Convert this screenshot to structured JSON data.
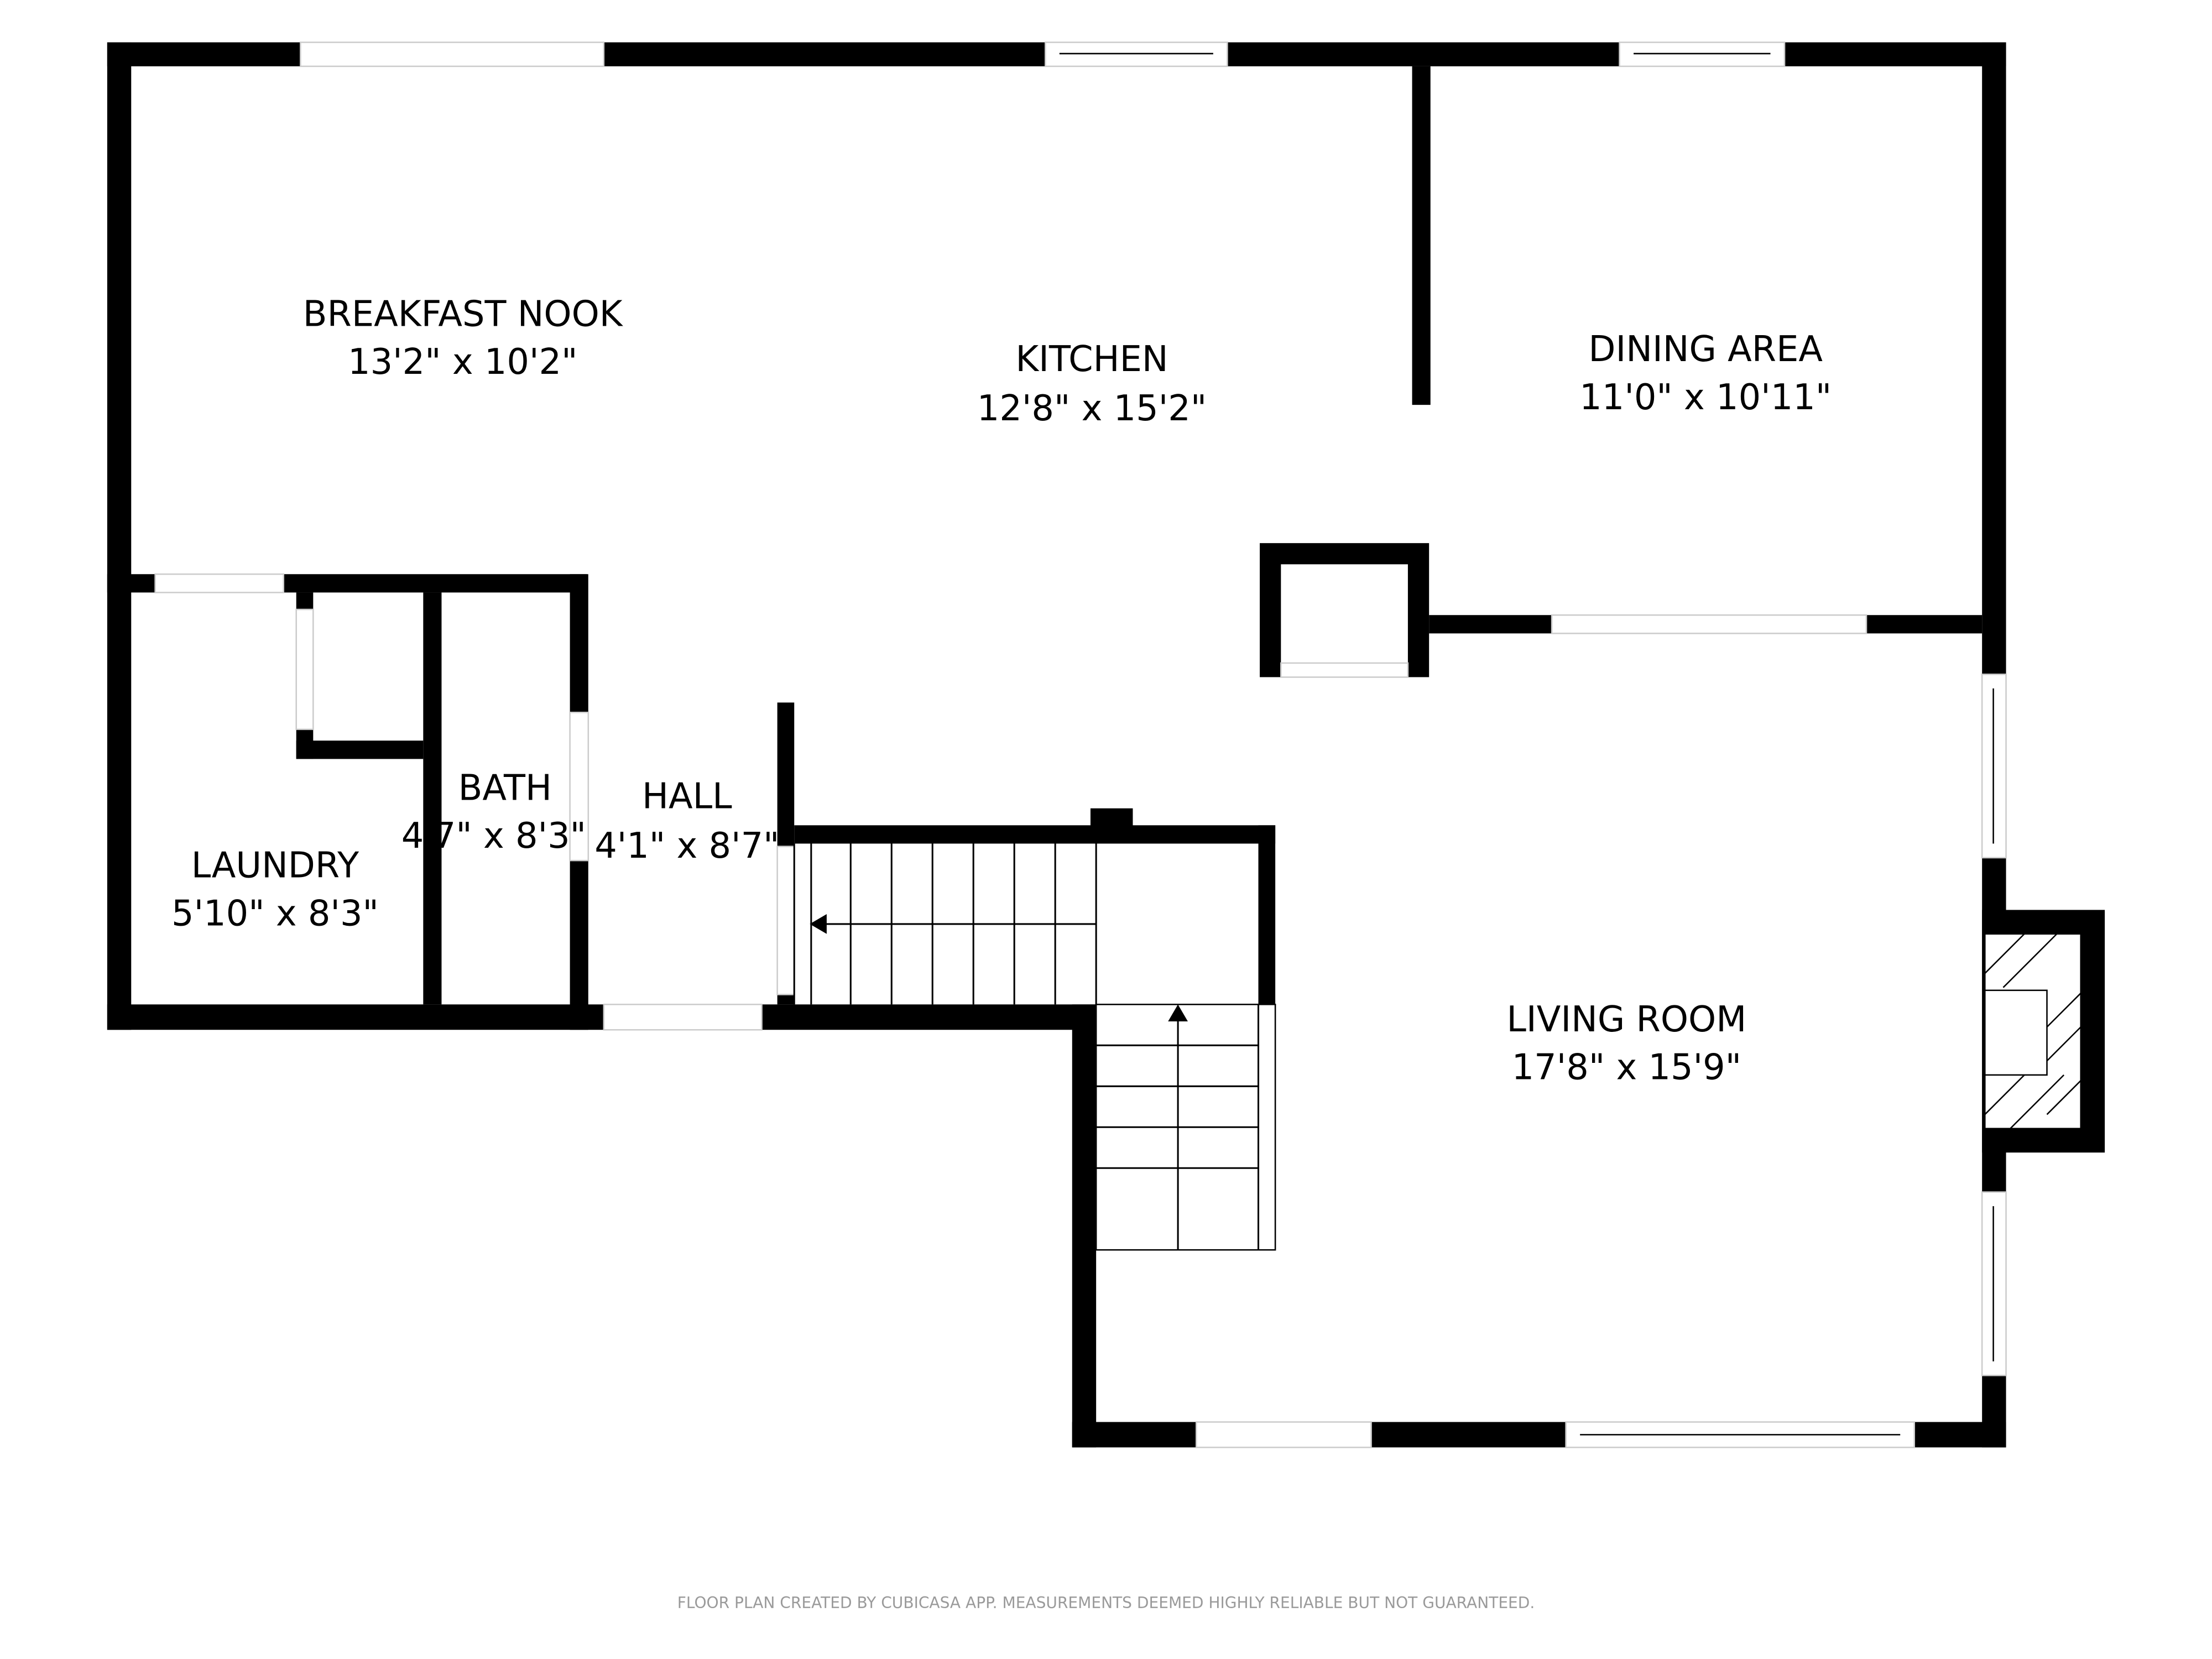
{
  "rooms": [
    {
      "name": "BREAKFAST NOOK",
      "size": "13'2\" x 10'2\""
    },
    {
      "name": "KITCHEN",
      "size": "12'8\" x 15'2\""
    },
    {
      "name": "DINING AREA",
      "size": "11'0\" x 10'11\""
    },
    {
      "name": "LAUNDRY",
      "size": "5'10\" x 8'3\""
    },
    {
      "name": "BATH",
      "size": "4'7\" x 8'3\""
    },
    {
      "name": "HALL",
      "size": "4'1\" x 8'7\""
    },
    {
      "name": "LIVING ROOM",
      "size": "17'8\" x 15'9\""
    }
  ],
  "footer": "FLOOR PLAN CREATED BY CUBICASA APP. MEASUREMENTS DEEMED HIGHLY RELIABLE BUT NOT GUARANTEED."
}
